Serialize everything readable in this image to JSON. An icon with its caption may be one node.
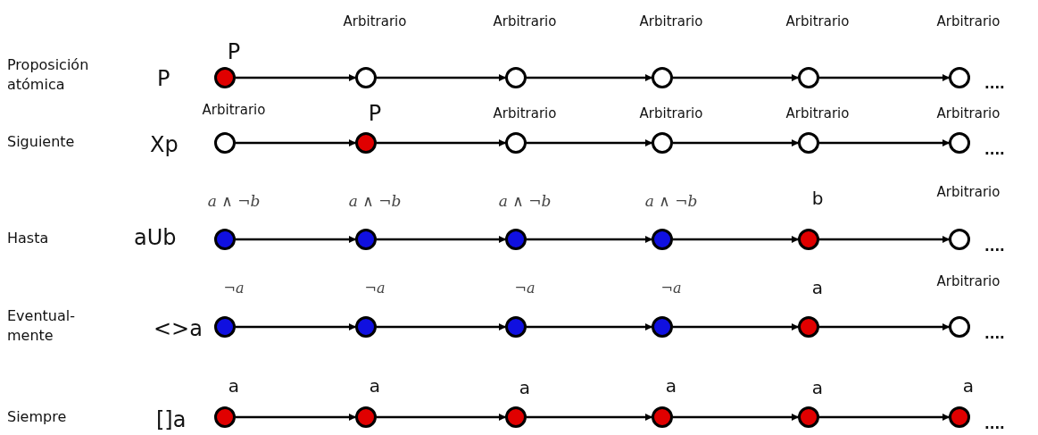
{
  "diagram": {
    "nodes": [
      {
        "text": [],
        "shape": "circle",
        "beside": [
          "P"
        ]
      },
      {
        "text": [],
        "shape": "circle",
        "beside": [
          "Arbitrario"
        ]
      },
      {
        "text": [],
        "shape": "circle",
        "beside": [
          "Arbitrario"
        ]
      },
      {
        "text": [],
        "shape": "circle",
        "beside": [
          "Arbitrario"
        ]
      },
      {
        "text": [],
        "shape": "circle",
        "beside": [
          "Arbitrario"
        ]
      },
      {
        "text": [],
        "shape": "circle",
        "beside": [
          "Arbitrario"
        ]
      },
      {
        "text": [],
        "shape": "circle",
        "beside": [
          "Arbitrario"
        ]
      },
      {
        "text": [],
        "shape": "circle",
        "beside": [
          "P"
        ]
      },
      {
        "text": [],
        "shape": "circle",
        "beside": [
          "Arbitrario"
        ]
      },
      {
        "text": [],
        "shape": "circle",
        "beside": [
          "Arbitrario"
        ]
      },
      {
        "text": [],
        "shape": "circle",
        "beside": [
          "Arbitrario"
        ]
      },
      {
        "text": [],
        "shape": "circle",
        "beside": [
          "Arbitrario"
        ]
      },
      {
        "text": [],
        "shape": "circle",
        "beside": [
          "*a* ∧ ¬*b*"
        ]
      },
      {
        "text": [],
        "shape": "circle",
        "beside": [
          "*a* ∧ ¬*b*"
        ]
      },
      {
        "text": [],
        "shape": "circle",
        "beside": [
          "*a* ∧ ¬*b*"
        ]
      },
      {
        "text": [],
        "shape": "circle",
        "beside": [
          "*a* ∧ ¬*b*"
        ]
      },
      {
        "text": [],
        "shape": "circle",
        "beside": [
          "b"
        ]
      },
      {
        "text": [],
        "shape": "circle",
        "beside": [
          "Arbitrario"
        ]
      },
      {
        "text": [],
        "shape": "circle",
        "beside": [
          "¬*a*"
        ]
      },
      {
        "text": [],
        "shape": "circle",
        "beside": [
          "¬*a*"
        ]
      },
      {
        "text": [],
        "shape": "circle",
        "beside": [
          "¬*a*"
        ]
      },
      {
        "text": [],
        "shape": "circle",
        "beside": [
          "¬*a*"
        ]
      },
      {
        "text": [],
        "shape": "circle",
        "beside": [
          "a"
        ]
      },
      {
        "text": [],
        "shape": "circle",
        "beside": [
          "Arbitrario"
        ]
      },
      {
        "text": [],
        "shape": "circle",
        "beside": [
          "a"
        ]
      },
      {
        "text": [],
        "shape": "circle",
        "beside": [
          "a"
        ]
      },
      {
        "text": [],
        "shape": "circle",
        "beside": [
          "a"
        ]
      },
      {
        "text": [],
        "shape": "circle",
        "beside": [
          "a"
        ]
      },
      {
        "text": [],
        "shape": "circle",
        "beside": [
          "a"
        ]
      },
      {
        "text": [],
        "shape": "circle",
        "beside": [
          "a"
        ]
      }
    ],
    "edges": [
      {
        "from": 0,
        "to": 1,
        "arrow": "to"
      },
      {
        "from": 1,
        "to": 2,
        "arrow": "to"
      },
      {
        "from": 2,
        "to": 3,
        "arrow": "to"
      },
      {
        "from": 3,
        "to": 4,
        "arrow": "to"
      },
      {
        "from": 4,
        "to": 5,
        "arrow": "to"
      },
      {
        "from": 6,
        "to": 7,
        "arrow": "to"
      },
      {
        "from": 7,
        "to": 8,
        "arrow": "to"
      },
      {
        "from": 8,
        "to": 9,
        "arrow": "to"
      },
      {
        "from": 9,
        "to": 10,
        "arrow": "to"
      },
      {
        "from": 10,
        "to": 11,
        "arrow": "to"
      },
      {
        "from": 12,
        "to": 13,
        "arrow": "to"
      },
      {
        "from": 13,
        "to": 14,
        "arrow": "to"
      },
      {
        "from": 14,
        "to": 15,
        "arrow": "to"
      },
      {
        "from": 15,
        "to": 16,
        "arrow": "to"
      },
      {
        "from": 16,
        "to": 17,
        "arrow": "to"
      },
      {
        "from": 18,
        "to": 19,
        "arrow": "to"
      },
      {
        "from": 19,
        "to": 20,
        "arrow": "to"
      },
      {
        "from": 20,
        "to": 21,
        "arrow": "to"
      },
      {
        "from": 21,
        "to": 22,
        "arrow": "to"
      },
      {
        "from": 22,
        "to": 23,
        "arrow": "to"
      },
      {
        "from": 24,
        "to": 25,
        "arrow": "to"
      },
      {
        "from": 25,
        "to": 26,
        "arrow": "to"
      },
      {
        "from": 26,
        "to": 27,
        "arrow": "to"
      },
      {
        "from": 27,
        "to": 28,
        "arrow": "to"
      },
      {
        "from": 28,
        "to": 29,
        "arrow": "to"
      }
    ],
    "labels": [
      "Proposición atómica",
      "P",
      "....",
      "Siguiente",
      "Xp",
      "....",
      "Hasta",
      "aUb",
      "....",
      "Eventual- mente",
      "<>a",
      "....",
      "Siempre",
      "[]a",
      "...."
    ]
  }
}
